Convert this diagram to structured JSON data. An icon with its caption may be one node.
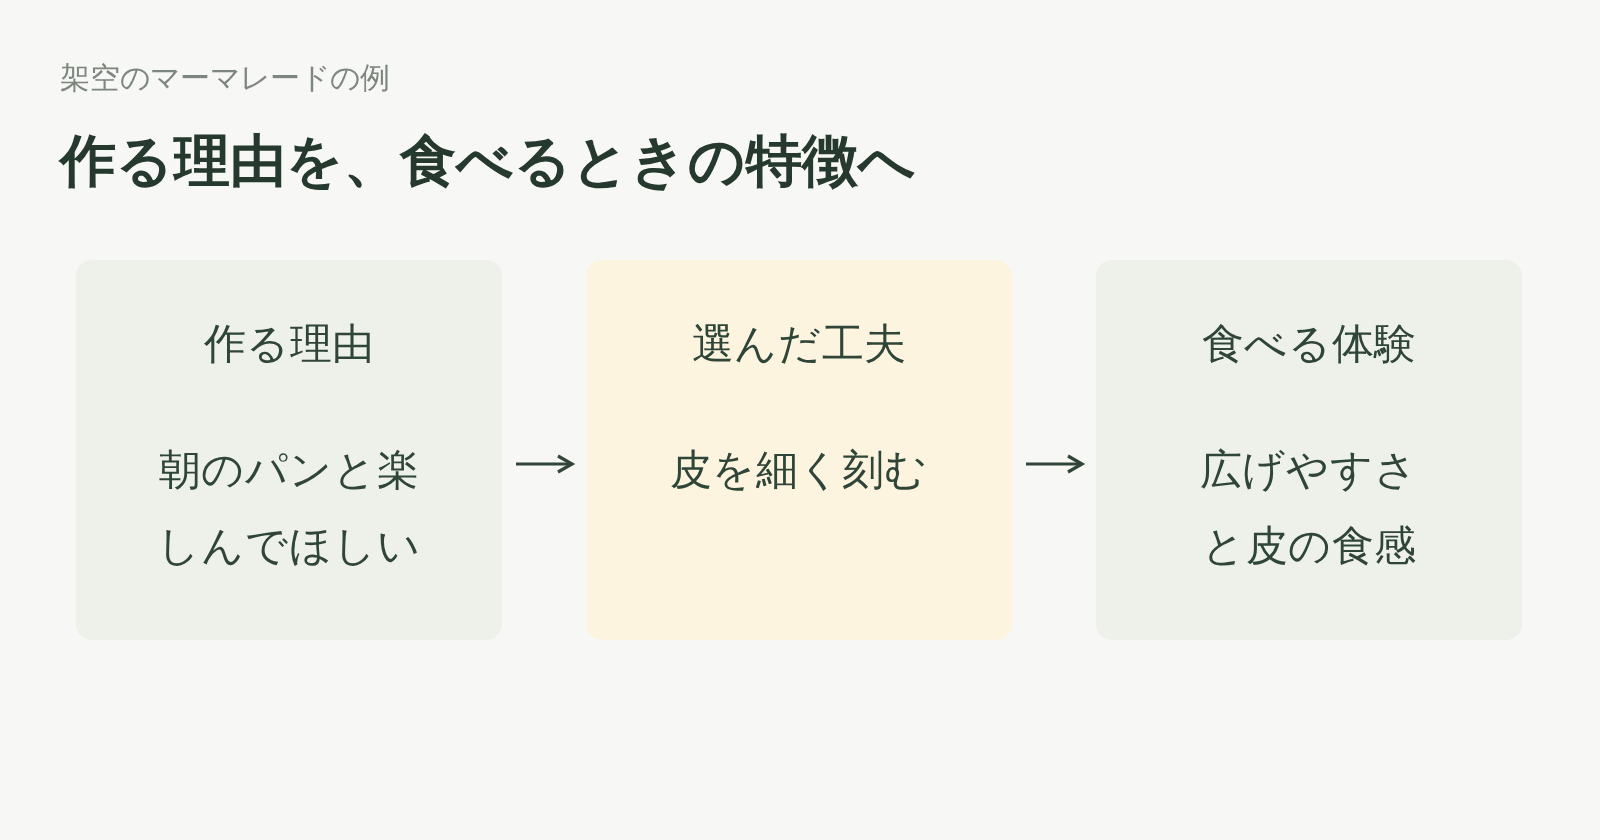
{
  "diagram": {
    "title": "作る理由を、食べるときの特徴へ",
    "nodes": [
      {
        "text": [
          "作る理由",
          "朝のパンと楽しんでほしい"
        ]
      },
      {
        "text": [
          "選んだ工夫",
          "皮を細く刻む"
        ]
      },
      {
        "text": [
          "食べる体験",
          "広げやすさと皮の食感"
        ]
      }
    ],
    "edges": [
      {
        "from": 0,
        "to": 1,
        "arrow": "to"
      },
      {
        "from": 1,
        "to": 2,
        "arrow": "to"
      }
    ],
    "labels": [
      "架空のマーマレードの例"
    ]
  }
}
